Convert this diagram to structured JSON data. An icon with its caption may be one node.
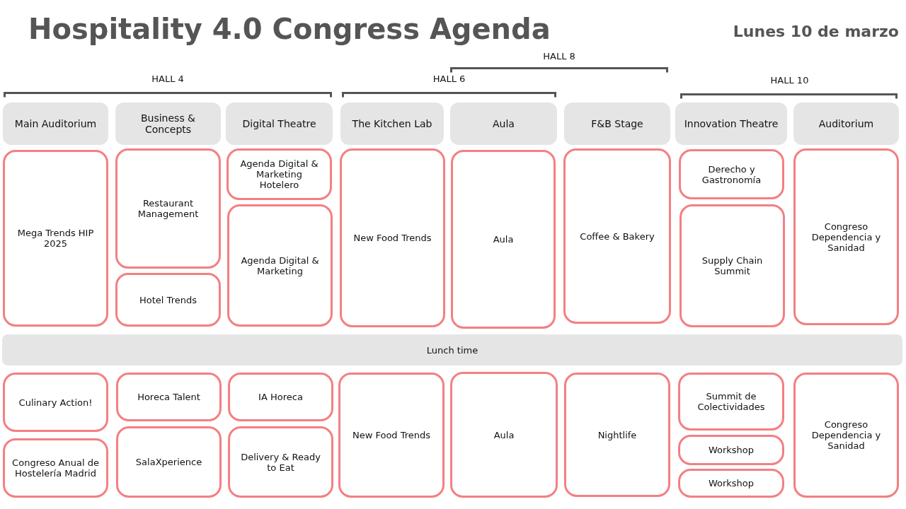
{
  "diagram": {
    "title": "Hospitality 4.0 Congress Agenda",
    "nodes": [
      {
        "text": [
          "Main Auditorium"
        ]
      },
      {
        "text": [
          "Business & Concepts"
        ]
      },
      {
        "text": [
          "Digital Theatre"
        ]
      },
      {
        "text": [
          "The Kitchen Lab"
        ]
      },
      {
        "text": [
          "Aula"
        ]
      },
      {
        "text": [
          "F&B Stage"
        ]
      },
      {
        "text": [
          "Innovation Theatre"
        ]
      },
      {
        "text": [
          "Auditorium"
        ]
      },
      {
        "text": [
          "Mega Trends HIP 2025"
        ]
      },
      {
        "text": [
          "Restaurant Management"
        ]
      },
      {
        "text": [
          "Hotel Trends"
        ]
      },
      {
        "text": [
          "Agenda Digital & Marketing Hotelero"
        ]
      },
      {
        "text": [
          "Agenda Digital & Marketing"
        ]
      },
      {
        "text": [
          "New Food Trends"
        ]
      },
      {
        "text": [
          "Aula"
        ]
      },
      {
        "text": [
          "Coffee & Bakery"
        ]
      },
      {
        "text": [
          "Derecho y Gastronomía"
        ]
      },
      {
        "text": [
          "Supply Chain Summit"
        ]
      },
      {
        "text": [
          "Congreso Dependencia y Sanidad"
        ]
      },
      {
        "text": [
          "Lunch time"
        ]
      },
      {
        "text": [
          "Culinary Action!"
        ]
      },
      {
        "text": [
          "Congreso Anual de Hostelería Madrid"
        ]
      },
      {
        "text": [
          "Horeca Talent"
        ]
      },
      {
        "text": [
          "SalaXperience"
        ]
      },
      {
        "text": [
          "IA Horeca"
        ]
      },
      {
        "text": [
          "Delivery & Ready to Eat"
        ]
      },
      {
        "text": [
          "New Food Trends"
        ]
      },
      {
        "text": [
          "Aula"
        ]
      },
      {
        "text": [
          "Nightlife"
        ]
      },
      {
        "text": [
          "Summit de Colectividades"
        ]
      },
      {
        "text": [
          "Workshop"
        ]
      },
      {
        "text": [
          "Workshop"
        ]
      },
      {
        "text": [
          "Congreso Dependencia y Sanidad"
        ]
      }
    ],
    "labels": [
      "Lunes 10 de marzo",
      "HALL 8",
      "HALL 4",
      "HALL 6",
      "HALL 10"
    ]
  }
}
